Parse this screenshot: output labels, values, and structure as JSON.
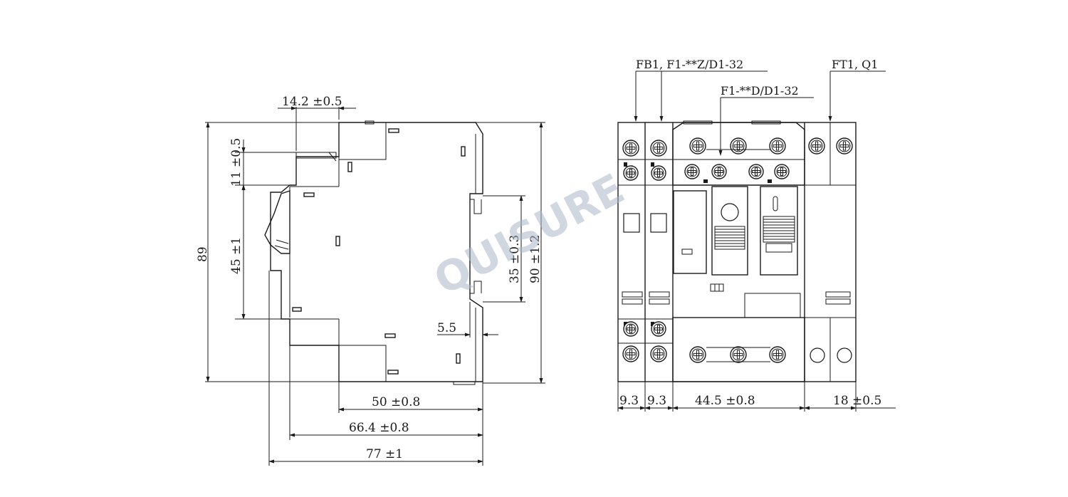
{
  "diagram": {
    "brand_watermark": "QUISURE",
    "side_view": {
      "dims": {
        "d_14_2": "14.2 ±0.5",
        "d_11": "11 ±0.5",
        "d_89": "89",
        "d_45": "45 ±1",
        "d_35": "35 ±0.3",
        "d_90": "90 ±1.2",
        "d_5_5": "5.5",
        "d_50": "50 ±0.8",
        "d_66_4": "66.4 ±0.8",
        "d_77": "77 ±1"
      }
    },
    "front_view": {
      "labels": {
        "fb1": "FB1, F1-**Z/D1-32",
        "f1d": "F1-**D/D1-32",
        "ft1": "FT1, Q1"
      },
      "dims": {
        "d_9_3_a": "9.3",
        "d_9_3_b": "9.3",
        "d_44_5": "44.5 ±0.8",
        "d_18": "18 ±0.5"
      }
    }
  }
}
